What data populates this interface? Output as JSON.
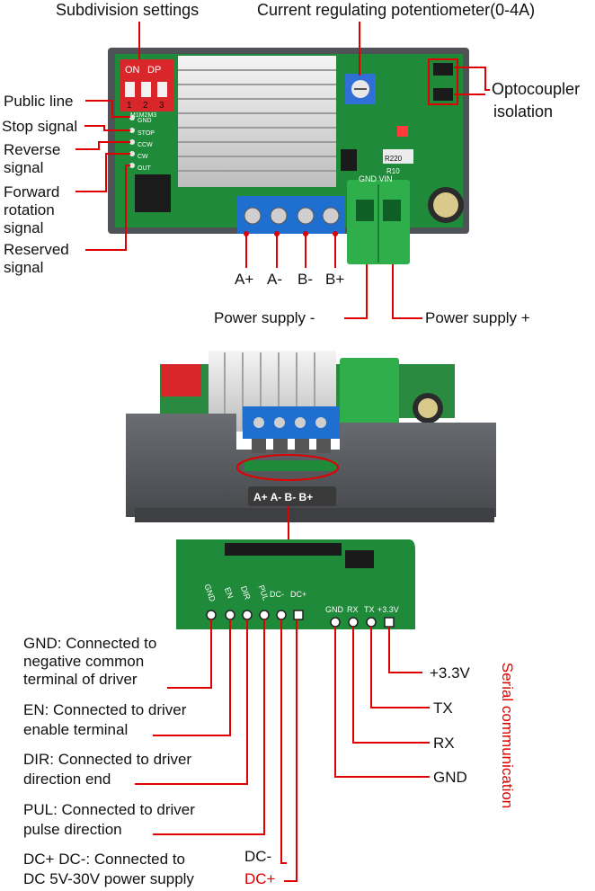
{
  "top_labels": {
    "subdivision": "Subdivision settings",
    "potentiometer": "Current regulating potentiometer(0-4A)",
    "optocoupler_1": "Optocoupler",
    "optocoupler_2": "isolation",
    "public_line": "Public line",
    "stop_signal": "Stop signal",
    "reverse_1": "Reverse",
    "reverse_2": "signal",
    "forward_1": "Forward",
    "forward_2": "rotation",
    "forward_3": "signal",
    "reserved_1": "Reserved",
    "reserved_2": "signal",
    "power_minus": "Power supply -",
    "power_plus": "Power supply +"
  },
  "terminals": [
    "A+",
    "A-",
    "B-",
    "B+"
  ],
  "board_silkscreen": {
    "dip_on": "ON",
    "dip_dp": "DP",
    "dip_nums": [
      "1",
      "2",
      "3"
    ],
    "dip_m": "M1M2M3",
    "pins": [
      "GND",
      "STOP",
      "CCW",
      "CW",
      "OUT"
    ],
    "gnd_vin": "GND VIN",
    "r220": "R220",
    "r10": "R10"
  },
  "module_tag": "A+ A- B- B+",
  "lower_pins_left": [
    "GND",
    "EN",
    "DIR",
    "PUL",
    "DC-",
    "DC+"
  ],
  "lower_pins_right": [
    "GND",
    "RX",
    "TX",
    "+3.3V"
  ],
  "left_descriptions": {
    "gnd_1": "GND: Connected to",
    "gnd_2": "negative common",
    "gnd_3": "terminal of driver",
    "en_1": "EN: Connected to driver",
    "en_2": "enable terminal",
    "dir_1": "DIR: Connected to driver",
    "dir_2": "direction end",
    "pul_1": "PUL: Connected to driver",
    "pul_2": "pulse direction",
    "dc_1": "DC+ DC-: Connected to",
    "dc_2": "DC 5V-30V power supply"
  },
  "dc_minus": "DC-",
  "dc_plus": "DC+",
  "serial": {
    "v33": "+3.3V",
    "tx": "TX",
    "rx": "RX",
    "gnd": "GND",
    "title": "Serial communication"
  },
  "colors": {
    "leader_red": "#e00000",
    "pcb_green": "#1f8a3a",
    "terminal_blue": "#1e6fd0",
    "connector_green": "#2fae4c"
  }
}
